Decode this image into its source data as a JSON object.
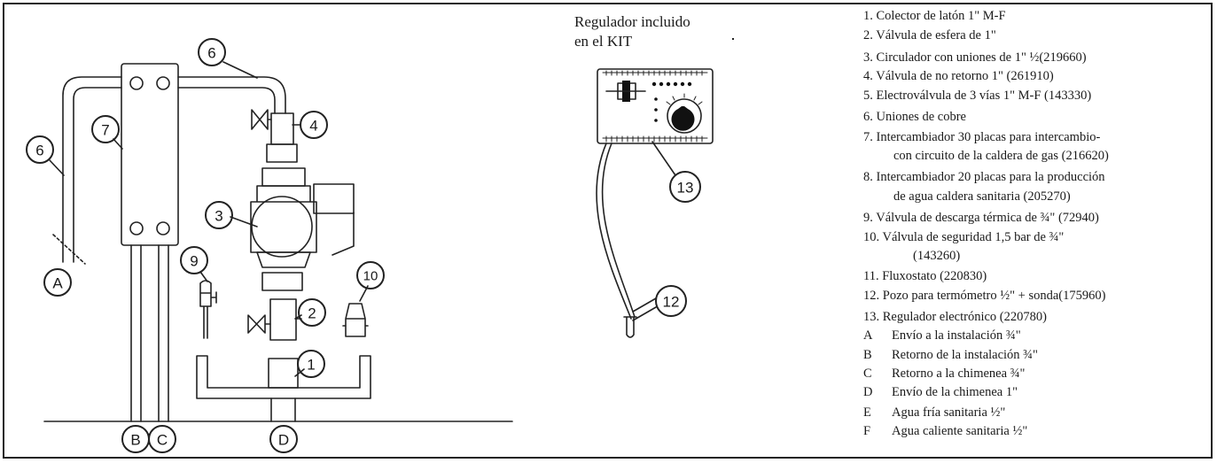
{
  "kit_caption": {
    "line1": "Regulador incluido",
    "line2": "en el KIT"
  },
  "callouts": {
    "n1": "1",
    "n2": "2",
    "n3": "3",
    "n4": "4",
    "n6a": "6",
    "n6b": "6",
    "n7": "7",
    "n9": "9",
    "n10": "10",
    "n12": "12",
    "n13": "13",
    "A": "A",
    "B": "B",
    "C": "C",
    "D": "D"
  },
  "legend": [
    {
      "text": "1. Colector de latón 1\" M-F"
    },
    {
      "text": "2. Válvula de esfera de 1\""
    },
    {
      "text": "3. Circulador con uniones de 1\" ½(219660)"
    },
    {
      "text": "4. Válvula de no retorno 1\" (261910)"
    },
    {
      "text": "5. Electroválvula de 3 vías 1\" M-F (143330)"
    },
    {
      "text": "6. Uniones de cobre"
    },
    {
      "text": "7. Intercambiador 30 placas para intercambio-"
    },
    {
      "text": "con circuito de la caldera de gas (216620)",
      "indent": true
    },
    {
      "text": "8. Intercambiador 20 placas para la producción"
    },
    {
      "text": "de agua caldera sanitaria (205270)",
      "indent": true
    },
    {
      "text": "9. Válvula de descarga térmica de ¾\" (72940)"
    },
    {
      "text": "10. Válvula de seguridad 1,5 bar de ¾\""
    },
    {
      "text": "(143260)",
      "indent": true
    },
    {
      "text": "11. Fluxostato (220830)"
    },
    {
      "text": "12. Pozo para termómetro ½\" + sonda(175960)"
    },
    {
      "text": "13. Regulador electrónico (220780)"
    },
    {
      "letter": "A",
      "text": "Envío a la instalación ¾\""
    },
    {
      "letter": "B",
      "text": "Retorno de la instalación ¾\""
    },
    {
      "letter": "C",
      "text": "Retorno a la chimenea ¾\""
    },
    {
      "letter": "D",
      "text": "Envío de la chimenea 1\""
    },
    {
      "letter": "E",
      "text": "Agua fría sanitaria ½\""
    },
    {
      "letter": "F",
      "text": "Agua caliente sanitaria ½\""
    }
  ]
}
